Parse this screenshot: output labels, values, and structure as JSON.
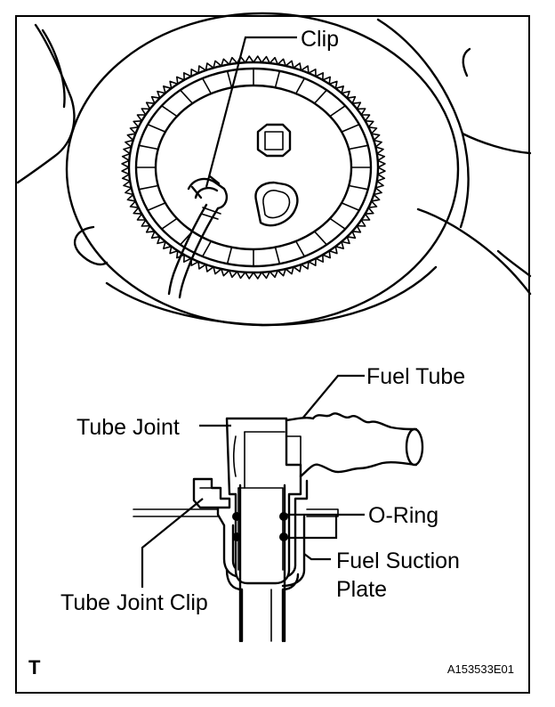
{
  "labels": {
    "clip": "Clip",
    "fuel_tube": "Fuel Tube",
    "tube_joint": "Tube Joint",
    "o_ring": "O-Ring",
    "fuel_suction_plate_line1": "Fuel Suction",
    "fuel_suction_plate_line2": "Plate",
    "tube_joint_clip": "Tube Joint Clip"
  },
  "corner_mark": "T",
  "figure_code": "A153533E01"
}
